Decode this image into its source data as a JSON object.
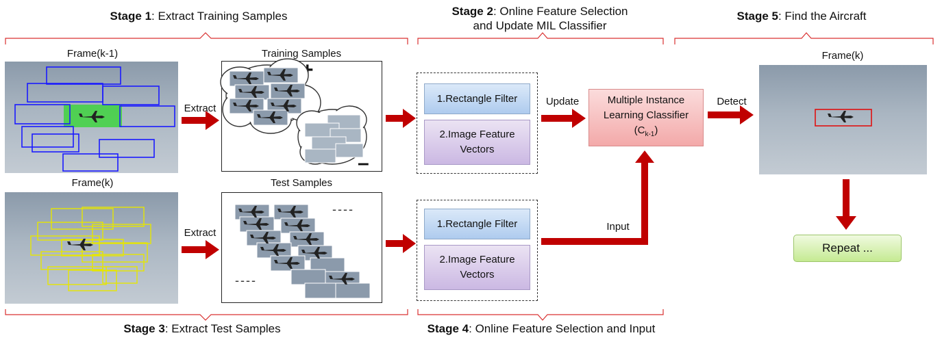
{
  "stages": {
    "s1": {
      "bold": "Stage 1",
      "rest": ": Extract Training Samples"
    },
    "s2": {
      "bold": "Stage 2",
      "rest": ": Online Feature Selection",
      "line2": "and Update MIL Classifier"
    },
    "s3": {
      "bold": "Stage 3",
      "rest": ": Extract Test Samples"
    },
    "s4": {
      "bold": "Stage 4",
      "rest": ": Online Feature Selection and Input"
    },
    "s5": {
      "bold": "Stage 5",
      "rest": ": Find the Aircraft"
    }
  },
  "labels": {
    "frame_prev": "Frame(k-1)",
    "frame_k": "Frame(k)",
    "frame_k_right": "Frame(k)",
    "training_samples": "Training Samples",
    "test_samples": "Test Samples",
    "extract_top": "Extract",
    "extract_bottom": "Extract",
    "update": "Update",
    "detect": "Detect",
    "input": "Input",
    "plus": "+",
    "minus": "–",
    "dashes": "----"
  },
  "features_top": [
    "1.Rectangle Filter",
    "2.Image Feature Vectors"
  ],
  "features_bottom": [
    "1.Rectangle Filter",
    "2.Image Feature Vectors"
  ],
  "classifier": {
    "line1": "Multiple Instance",
    "line2": "Learning Classifier",
    "line3": "(C",
    "sub": "k-1",
    "line3_end": ")"
  },
  "repeat": "Repeat ...",
  "colors": {
    "arrow": "#c00000",
    "blue_box": "#1a1aff",
    "yellow_box": "#e6e600",
    "green_patch": "#3fd33f",
    "detect_box": "#e01010"
  }
}
